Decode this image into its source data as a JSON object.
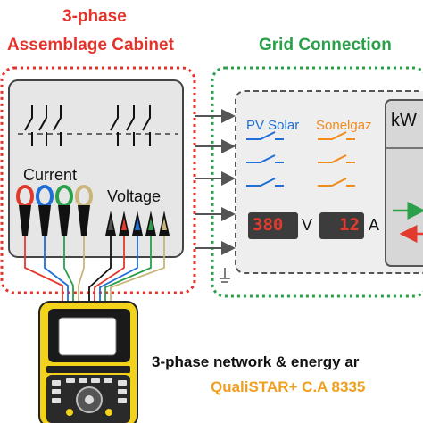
{
  "cabinet": {
    "title_line1": "3-phase",
    "title_line2": "Assemblage Cabinet",
    "current_label": "Current",
    "voltage_label": "Voltage",
    "clamp_colors": [
      "#e23b2e",
      "#1f6fd6",
      "#2aa04a",
      "#c9b57a"
    ],
    "probe_colors": [
      "#111111",
      "#e23b2e",
      "#1f6fd6",
      "#2aa04a",
      "#c9b57a"
    ]
  },
  "grid": {
    "title": "Grid Connection",
    "pv_label": "PV Solar",
    "sonelgaz_label": "Sonelgaz",
    "unit_label": "kW",
    "voltage_value": "380",
    "voltage_unit": "V",
    "current_value": "12",
    "current_unit": "A"
  },
  "footer": {
    "line1": "3-phase network & energy ar",
    "line2": "QualiSTAR+ C.A 8335"
  },
  "colors": {
    "red": "#e5322a",
    "green": "#2aa04a",
    "blue": "#1f6fd6",
    "orange": "#f28b1e",
    "analyzer_yellow": "#f3d21b"
  }
}
